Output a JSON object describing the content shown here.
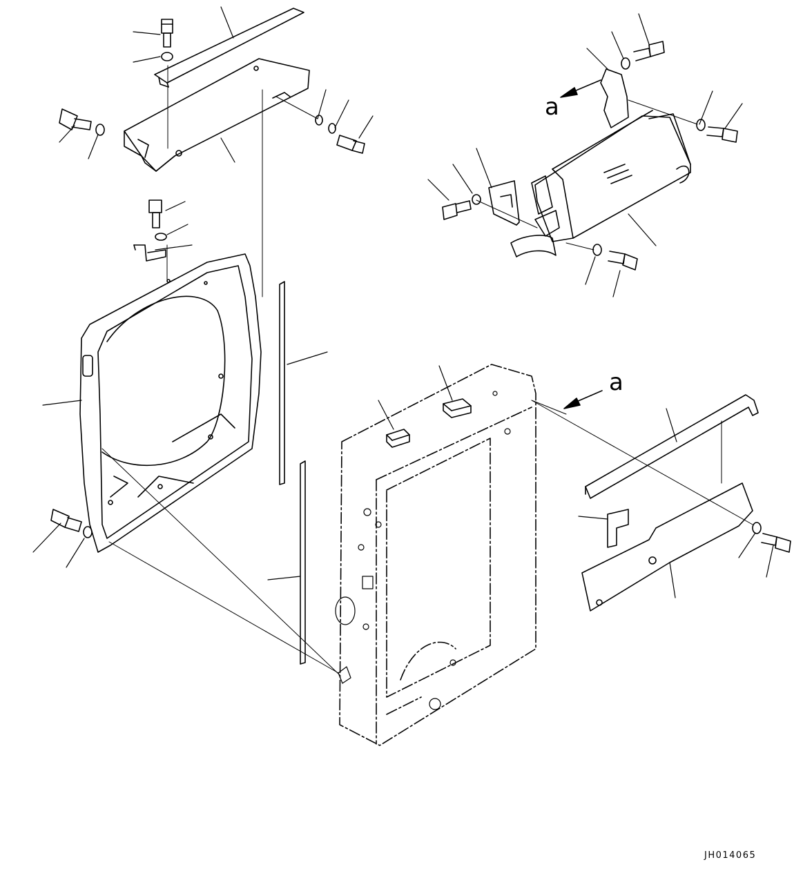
{
  "callouts": {
    "view_a_upper": "a",
    "view_a_lower": "a"
  },
  "drawing_id": "JH014065"
}
